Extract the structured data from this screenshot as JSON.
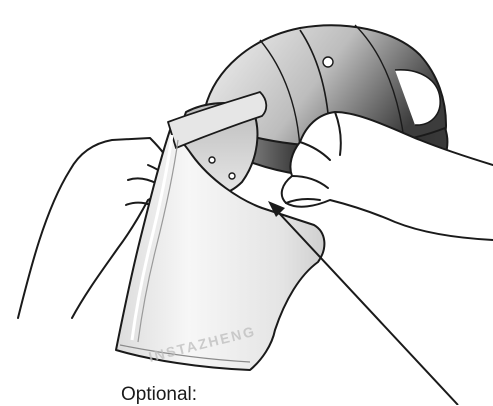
{
  "caption": "Optional:",
  "watermark": "INSTAZHENG",
  "colors": {
    "outline": "#1a1a1a",
    "shield_fill": "#eeeeee",
    "cap_light": "#f2f2f2",
    "cap_dark": "#3a3a3a",
    "band": "#2b2b2b"
  },
  "icons": [
    "hands-illustration",
    "cap-illustration",
    "face-shield-illustration",
    "pointer-arrow"
  ]
}
